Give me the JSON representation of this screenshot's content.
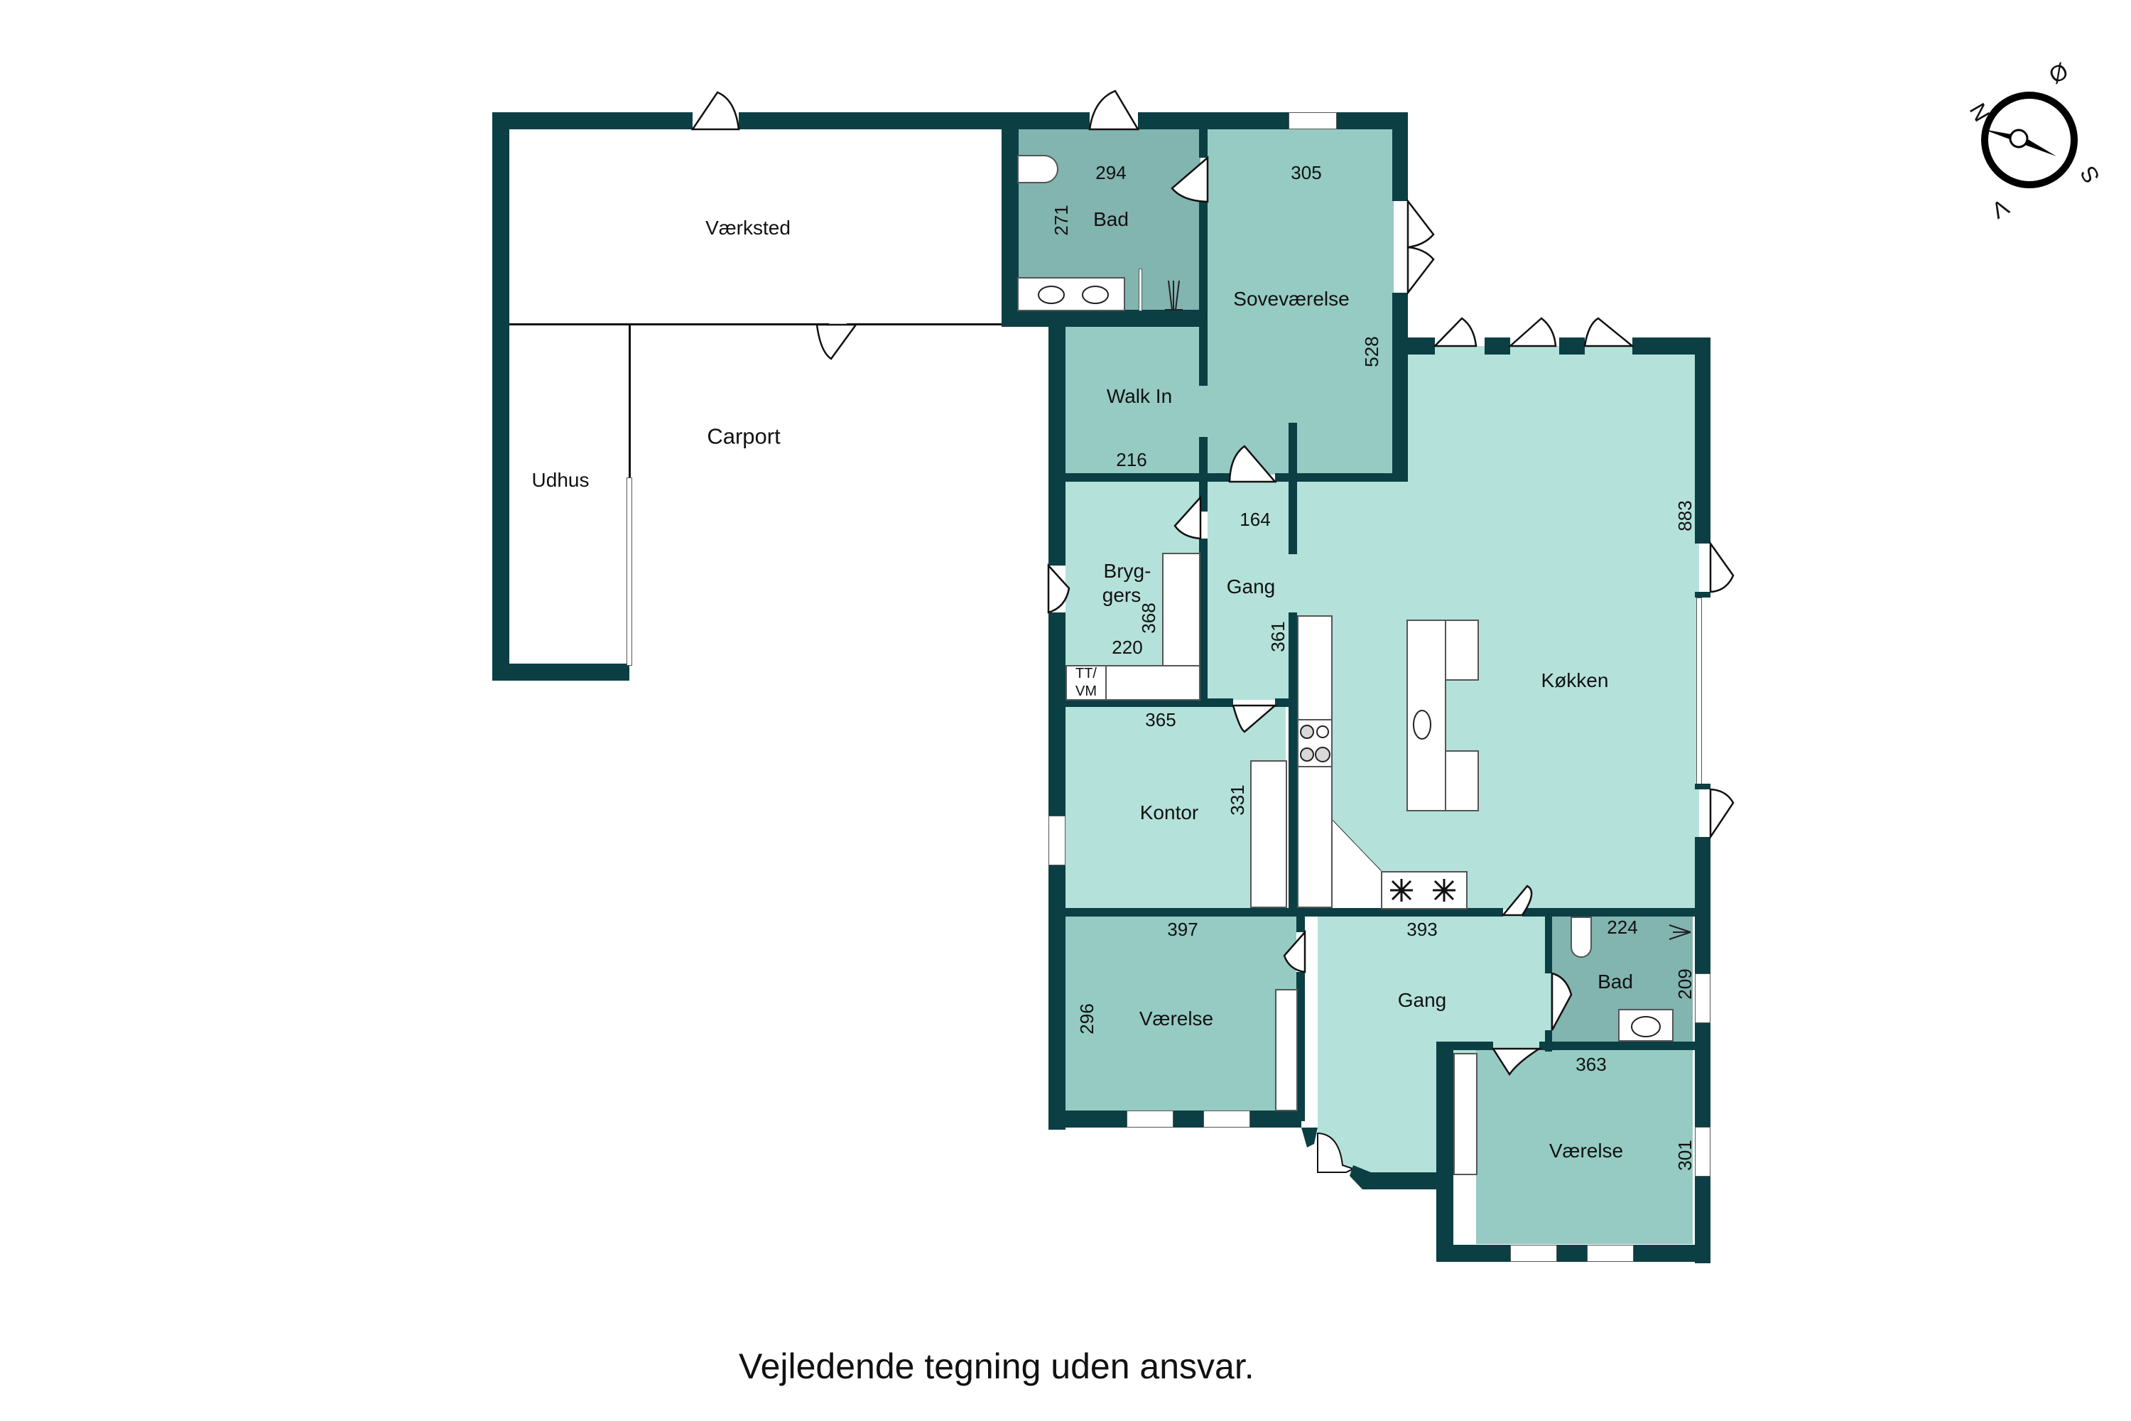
{
  "floorplan": {
    "colors": {
      "wall": "#0b3f44",
      "living_fill": "#b4e2da",
      "bedroom_fill": "#95cbc3",
      "bath_fill": "#82b4b0",
      "outbuilding_fill": "#ffffff",
      "fixture_fill": "#ffffff"
    },
    "rooms": {
      "vaerksted": {
        "name": "Værksted"
      },
      "carport": {
        "name": "Carport"
      },
      "udhus": {
        "name": "Udhus"
      },
      "bad_top": {
        "name": "Bad",
        "width": "294",
        "depth": "271"
      },
      "sovevaerelse": {
        "name": "Soveværelse",
        "width": "305",
        "depth": "528"
      },
      "walk_in": {
        "name": "Walk In",
        "width": "216"
      },
      "bryggers": {
        "name_line1": "Bryg-",
        "name_line2": "gers",
        "width": "220",
        "depth": "368"
      },
      "gang_upper": {
        "name": "Gang",
        "width": "164",
        "depth": "361"
      },
      "kokken": {
        "name": "Køkken",
        "depth": "883"
      },
      "kontor": {
        "name": "Kontor",
        "width": "365",
        "depth": "331"
      },
      "vaerelse_left": {
        "name": "Værelse",
        "width": "397",
        "depth": "296"
      },
      "gang_lower": {
        "name": "Gang",
        "width": "393"
      },
      "bad_small": {
        "name": "Bad",
        "width": "224",
        "depth": "209"
      },
      "vaerelse_right": {
        "name": "Værelse",
        "width": "363",
        "depth": "301"
      }
    },
    "fixtures": {
      "washer_dryer_line1": "TT/",
      "washer_dryer_line2": "VM"
    },
    "compass": {
      "north": "N",
      "east": "Ø",
      "south": "S",
      "west": "V"
    },
    "disclaimer": "Vejledende tegning uden ansvar."
  }
}
